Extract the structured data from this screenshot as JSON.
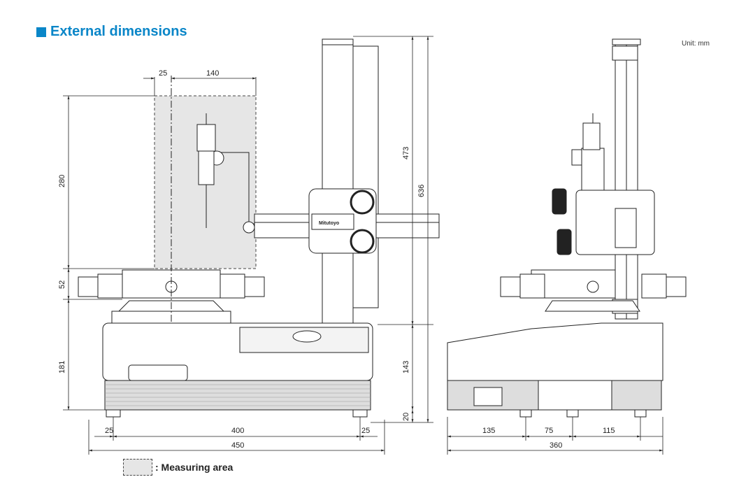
{
  "header": {
    "title": "External dimensions",
    "unit": "Unit: mm"
  },
  "front_view": {
    "brand_logo": "Mitutoyo",
    "dims": {
      "offset_top": "25",
      "reach": "140",
      "measuring_height": "280",
      "table_height": "52",
      "base_height": "181",
      "column_travel": "473",
      "overall_height": "636",
      "base_top": "143",
      "feet": "20",
      "foot_left": "25",
      "base_span": "400",
      "foot_right": "25",
      "overall_width": "450"
    }
  },
  "side_view": {
    "dims": {
      "left": "135",
      "middle": "75",
      "right": "115",
      "overall_depth": "360"
    }
  },
  "legend": {
    "label": ": Measuring area"
  },
  "colors": {
    "accent": "#0a86c8",
    "measuring_area": "#e6e6e6"
  }
}
